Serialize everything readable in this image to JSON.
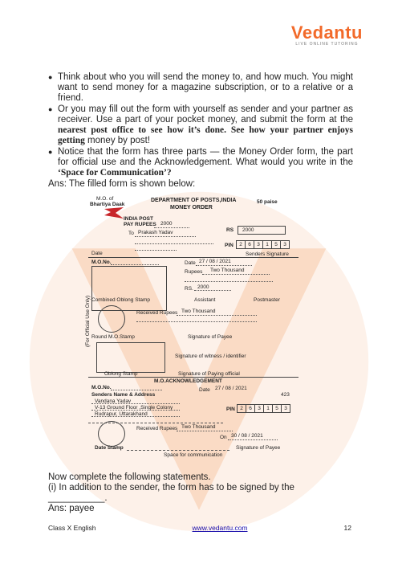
{
  "logo": {
    "name": "Vedantu",
    "tagline": "LIVE ONLINE TUTORING"
  },
  "bullets": [
    {
      "text": "Think about who you will send the money to, and how much. You might want to send money for a magazine subscription, or to a relative or a friend."
    },
    {
      "text_a": "Or you may fill out the form with yourself as sender and your partner as receiver. Use a part of your pocket money, and submit the form at the ",
      "text_b": "nearest post office to see how it’s done. See how your partner enjoys getting",
      "text_c": " money by post!"
    },
    {
      "text_a": "Notice that the form has three parts — the Money Order form, the part for official use and the Acknowledgement. What would you write in the ",
      "text_b": "‘Space for Communication’?"
    }
  ],
  "answer_intro": "Ans: The filled form is shown below:",
  "form": {
    "mo_of": "M.O. of",
    "bharatiya_dak": "Bhartiya Daak",
    "department": "DEPARTMENT OF POSTS,INDIA",
    "money_order": "MONEY ORDER",
    "price": "50 paise",
    "india_post": "INDIA POST",
    "pay_rupees_label": "PAY RUPEES",
    "pay_rupees_value": "2000",
    "rs_label": "RS",
    "rs_value": "2000",
    "to_label": "To",
    "to_value": "Prakash Yadav",
    "pin_label": "PIN",
    "pin_digits": [
      "2",
      "6",
      "3",
      "1",
      "5",
      "3"
    ],
    "date_label": "Date",
    "senders_signature": "Senders Signature",
    "mo_no": "M.O.No.",
    "date2_label": "Date",
    "date2_value": "27 / 08 / 2021",
    "rupees_label": "Rupees",
    "rupees_value": "Two Thousand",
    "rs2_label": "RS.",
    "rs2_value": "2000",
    "combined_stamp": "Combined Oblong Stamp",
    "assistant": "Assistant",
    "postmaster": "Postmaster",
    "received_rupees_label": "Received Rupees",
    "received_rupees_value": "Two Thousand",
    "official_use": "(For Official Use Only)",
    "round_stamp": "Round M.O.Stamp",
    "signature_payee": "Signature of Payee",
    "witness": "Signature of witness / identifier",
    "oblong_stamp": "Oblong Stamp",
    "paying_official": "Signature of Paying official",
    "ack_title": "M.O.ACKNOWLEDGEMENT",
    "ack_mo_no": "M.O.No.",
    "ack_date_label": "Date",
    "ack_date_value": "27 / 08 / 2021",
    "senders_name_address": "Senders Name & Address",
    "ack_number": "423",
    "sender_name": "Vandana Yadav",
    "sender_line1": "V-13 Ground Floor ,Single Colony",
    "sender_line2": "Rudrapur, Uttarakhand",
    "ack_pin_label": "PIN",
    "ack_pin_digits": [
      "2",
      "6",
      "3",
      "1",
      "5",
      "3"
    ],
    "ack_received_label": "Received Rupees",
    "ack_received_value": "Two Thousand",
    "on_label": "On",
    "on_value": "30 / 08 / 2021",
    "date_stamp": "Date Stamp",
    "ack_signature_payee": "Signature of Payee",
    "space_communication": "Space for communication"
  },
  "after": {
    "line1": "Now complete the following statements.",
    "line2": "(i) In addition to the sender, the form has to be signed by the ___________.",
    "line3": "Ans: payee"
  },
  "footer": {
    "left": "Class X English",
    "link": "www.vedantu.com",
    "page": "12"
  },
  "colors": {
    "accent": "#f26a2a",
    "watermark": "#f7c9a8",
    "link": "#1a0dab"
  }
}
